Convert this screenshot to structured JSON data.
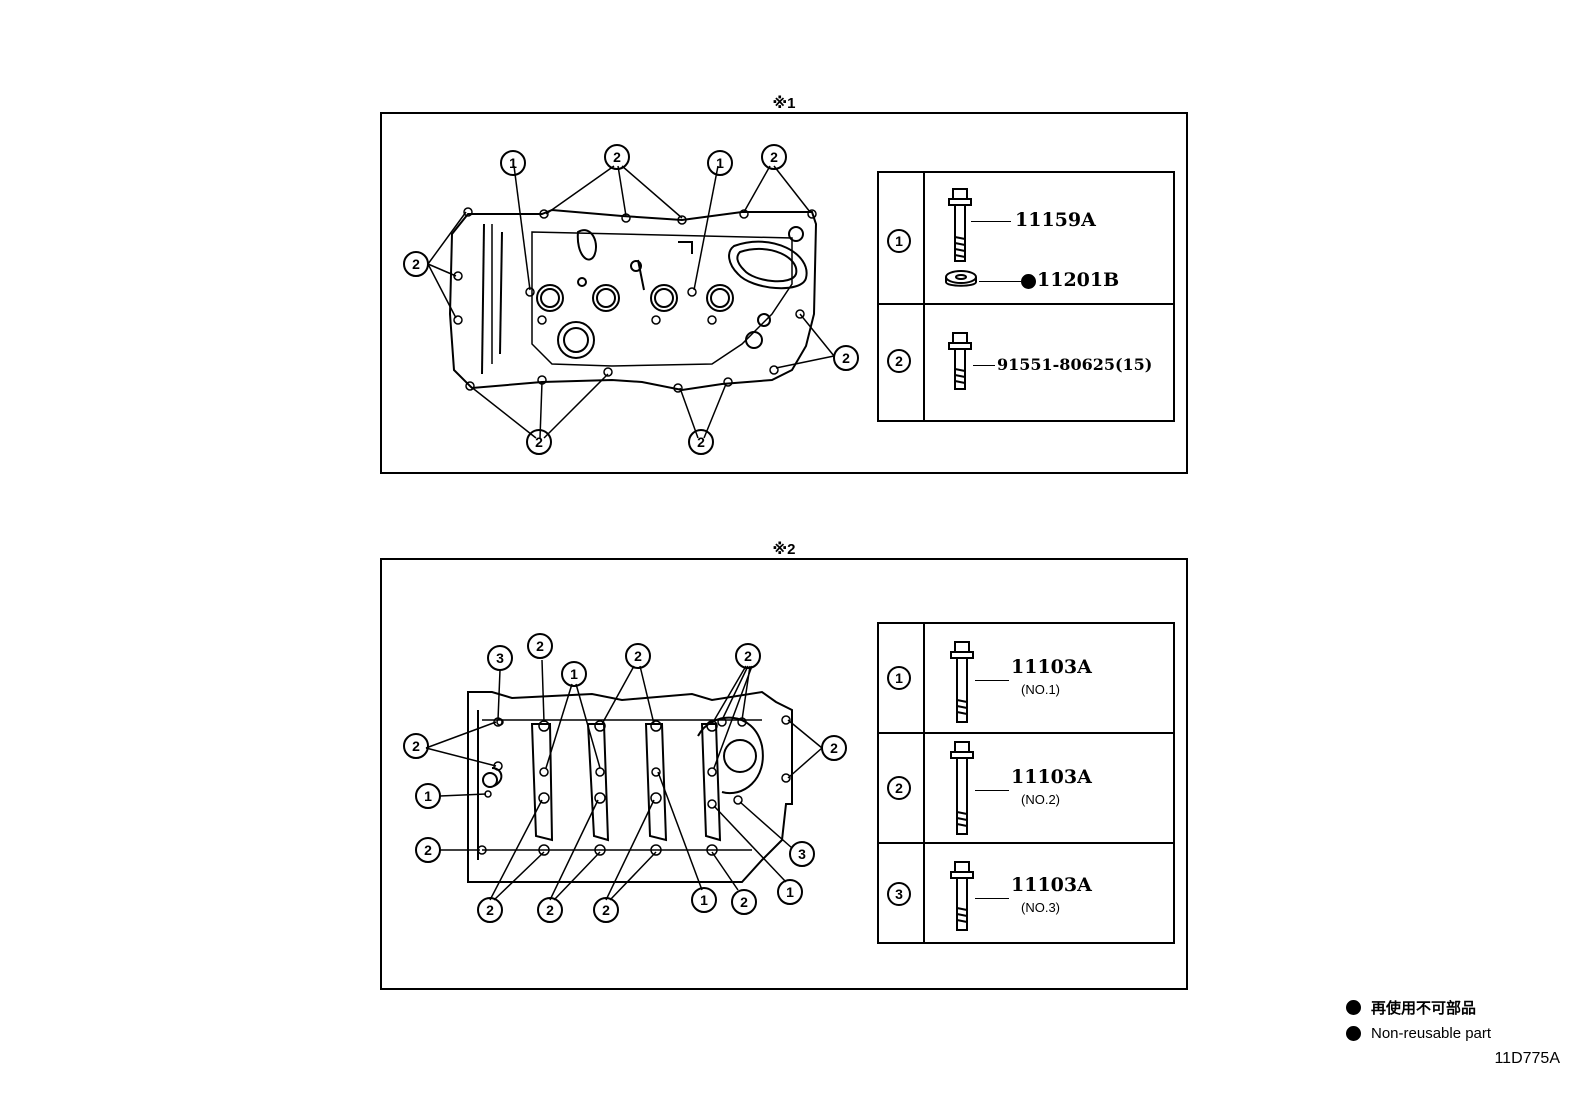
{
  "panel1": {
    "title": "※1",
    "callouts": [
      "1",
      "2",
      "1",
      "2",
      "2",
      "2",
      "2",
      "2"
    ],
    "parts": [
      {
        "key": "1",
        "items": [
          {
            "number": "11159A",
            "non_reusable": false
          },
          {
            "number": "11201B",
            "non_reusable": true
          }
        ]
      },
      {
        "key": "2",
        "items": [
          {
            "number": "91551-80625(15)",
            "non_reusable": false
          }
        ]
      }
    ]
  },
  "panel2": {
    "title": "※2",
    "parts": [
      {
        "key": "1",
        "number": "11103A",
        "sub": "(NO.1)"
      },
      {
        "key": "2",
        "number": "11103A",
        "sub": "(NO.2)"
      },
      {
        "key": "3",
        "number": "11103A",
        "sub": "(NO.3)"
      }
    ]
  },
  "legend": {
    "japanese": "再使用不可部品",
    "english": "Non-reusable part"
  },
  "doc_code": "11D775A"
}
